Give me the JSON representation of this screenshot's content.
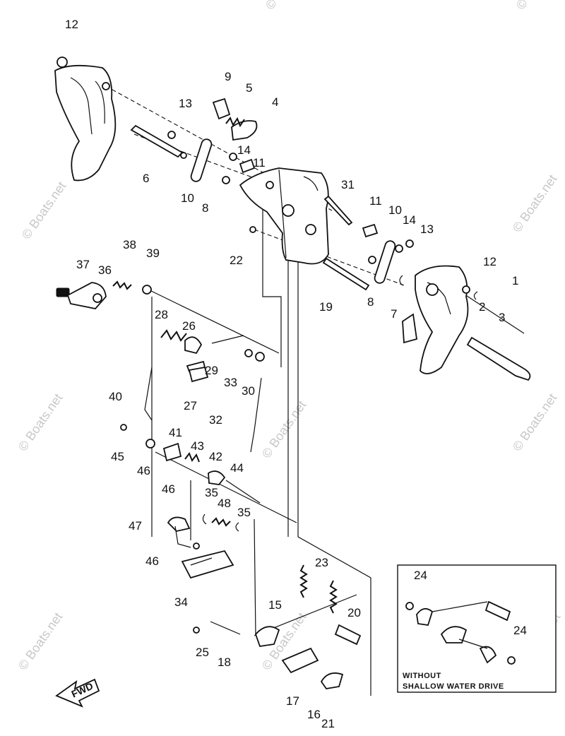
{
  "callouts": [
    "1",
    "2",
    "3",
    "4",
    "5",
    "6",
    "7",
    "8",
    "8",
    "9",
    "10",
    "10",
    "11",
    "11",
    "12",
    "12",
    "13",
    "13",
    "14",
    "14",
    "15",
    "16",
    "17",
    "18",
    "19",
    "20",
    "21",
    "22",
    "23",
    "24",
    "24",
    "25",
    "26",
    "27",
    "28",
    "29",
    "30",
    "31",
    "32",
    "33",
    "34",
    "35",
    "35",
    "36",
    "37",
    "38",
    "39",
    "40",
    "41",
    "42",
    "43",
    "44",
    "45",
    "46",
    "46",
    "46",
    "47",
    "48"
  ],
  "watermark": "© Boats.net",
  "inset": {
    "line1": "WITHOUT",
    "line2": "SHALLOW WATER DRIVE"
  },
  "fwd_label": "FWD"
}
